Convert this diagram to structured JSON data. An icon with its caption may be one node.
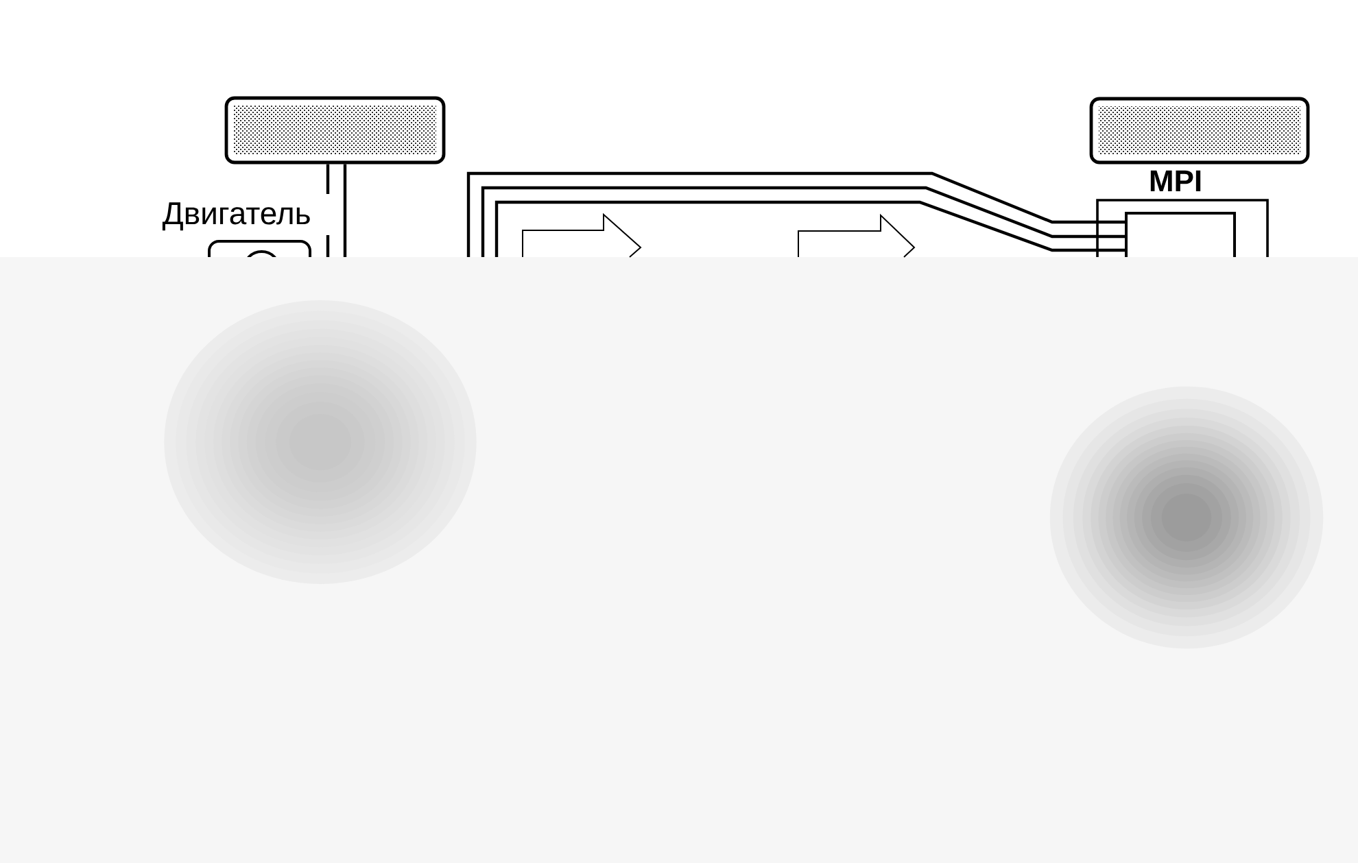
{
  "diagram": {
    "nodes": [
      {
        "text": [],
        "shape": "box"
      },
      {
        "text": [
          "Двигатель"
        ]
      },
      {
        "text": [],
        "shape": "box"
      },
      {
        "text": [
          "MPI"
        ]
      },
      {
        "text": [],
        "shape": "box",
        "in": 3
      }
    ],
    "edges": [
      {
        "from": 0,
        "to": null,
        "arrow": "none"
      },
      {
        "from": 0,
        "to": null,
        "arrow": "none"
      },
      {
        "from": null,
        "to": 4,
        "arrow": "none"
      },
      {
        "from": null,
        "to": 4,
        "arrow": "none"
      },
      {
        "from": null,
        "to": 4,
        "arrow": "none"
      }
    ]
  }
}
